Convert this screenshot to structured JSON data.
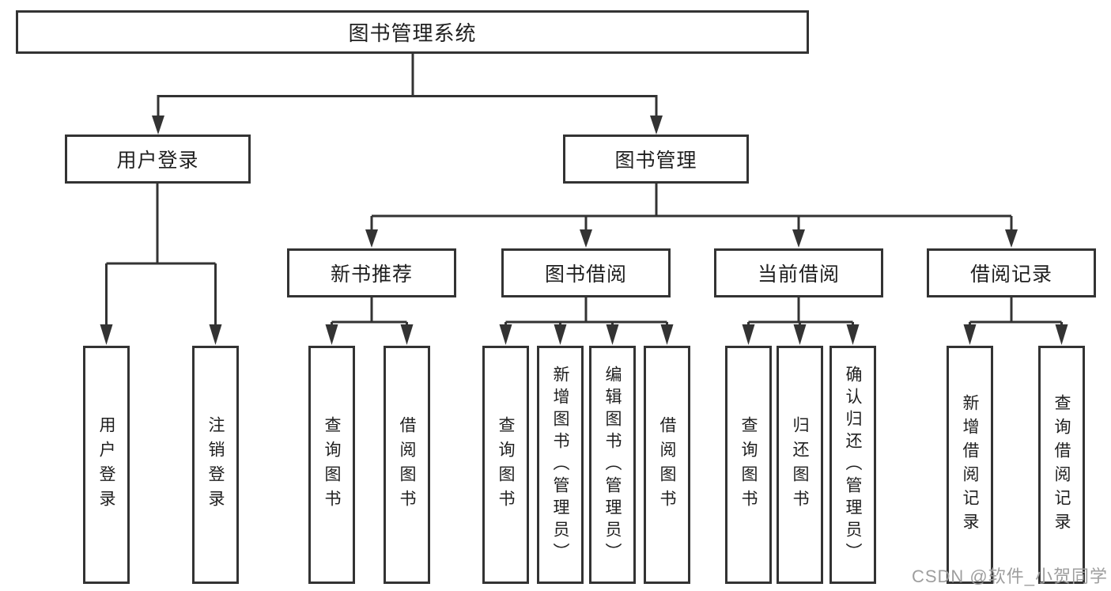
{
  "diagram": {
    "nodes": {
      "root": "图书管理系统",
      "user_login": "用户登录",
      "book_mgmt": "图书管理",
      "new_book_rec": "新书推荐",
      "book_borrow": "图书借阅",
      "current_borrow": "当前借阅",
      "borrow_record": "借阅记录",
      "leaf_user_login": "用户登录",
      "leaf_logout": "注销登录",
      "leaf_rec_query_book": "查询图书",
      "leaf_rec_borrow_book": "借阅图书",
      "leaf_bb_query_book": "查询图书",
      "leaf_bb_add_book": "新增图书（管理员）",
      "leaf_bb_edit_book": "编辑图书（管理员）",
      "leaf_bb_borrow_book": "借阅图书",
      "leaf_cb_query_book": "查询图书",
      "leaf_cb_return_book": "归还图书",
      "leaf_cb_confirm_return": "确认归还（管理员）",
      "leaf_br_add_record": "新增借阅记录",
      "leaf_br_query_record": "查询借阅记录"
    },
    "edges": [
      [
        "root",
        "user_login"
      ],
      [
        "root",
        "book_mgmt"
      ],
      [
        "user_login",
        "leaf_user_login"
      ],
      [
        "user_login",
        "leaf_logout"
      ],
      [
        "book_mgmt",
        "new_book_rec"
      ],
      [
        "book_mgmt",
        "book_borrow"
      ],
      [
        "book_mgmt",
        "current_borrow"
      ],
      [
        "book_mgmt",
        "borrow_record"
      ],
      [
        "new_book_rec",
        "leaf_rec_query_book"
      ],
      [
        "new_book_rec",
        "leaf_rec_borrow_book"
      ],
      [
        "book_borrow",
        "leaf_bb_query_book"
      ],
      [
        "book_borrow",
        "leaf_bb_add_book"
      ],
      [
        "book_borrow",
        "leaf_bb_edit_book"
      ],
      [
        "book_borrow",
        "leaf_bb_borrow_book"
      ],
      [
        "current_borrow",
        "leaf_cb_query_book"
      ],
      [
        "current_borrow",
        "leaf_cb_return_book"
      ],
      [
        "current_borrow",
        "leaf_cb_confirm_return"
      ],
      [
        "borrow_record",
        "leaf_br_add_record"
      ],
      [
        "borrow_record",
        "leaf_br_query_record"
      ]
    ]
  },
  "watermark": {
    "text": "CSDN @软件_小贺同学"
  },
  "colors": {
    "line": "#333333",
    "box_border": "#333333",
    "text": "#1f1f1f",
    "background": "#ffffff",
    "watermark_text": "#9e9e9e"
  }
}
